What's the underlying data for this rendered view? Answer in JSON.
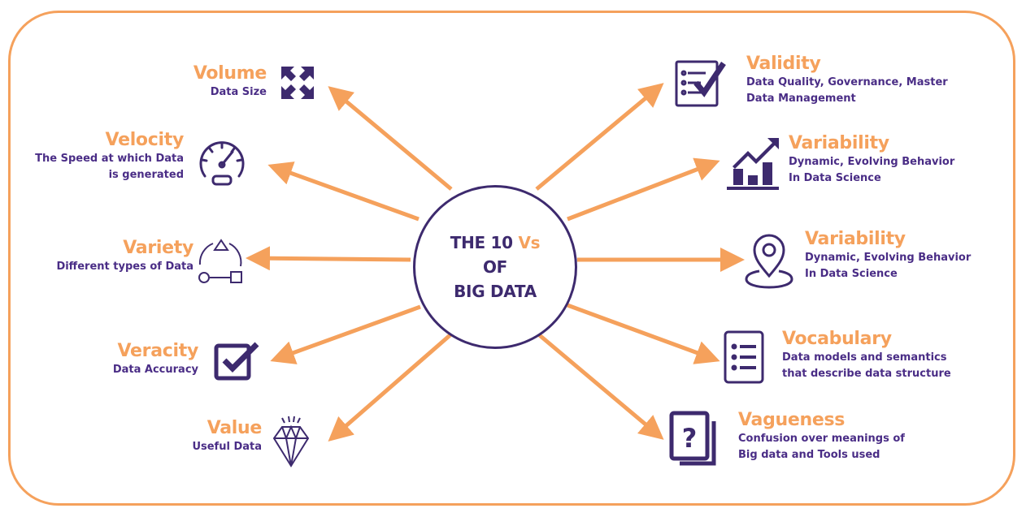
{
  "center": {
    "line1_prefix": "THE 10 ",
    "line1_accent": "Vs",
    "line2": "OF",
    "line3": "BIG DATA"
  },
  "colors": {
    "accent": "#f5a15c",
    "primary": "#4a2d86",
    "dark": "#3d2a6e"
  },
  "left_items": [
    {
      "title": "Volume",
      "desc": [
        "Data Size"
      ],
      "icon": "expand-arrows-icon"
    },
    {
      "title": "Velocity",
      "desc": [
        "The Speed at which  Data",
        "is generated"
      ],
      "icon": "speedometer-icon"
    },
    {
      "title": "Variety",
      "desc": [
        "Different types of Data"
      ],
      "icon": "shapes-icon"
    },
    {
      "title": "Veracity",
      "desc": [
        "Data Accuracy"
      ],
      "icon": "checkbox-icon"
    },
    {
      "title": "Value",
      "desc": [
        "Useful Data"
      ],
      "icon": "diamond-icon"
    }
  ],
  "right_items": [
    {
      "title": "Validity",
      "desc": [
        "Data Quality, Governance, Master",
        "Data Management"
      ],
      "icon": "checklist-icon"
    },
    {
      "title": "Variability",
      "desc": [
        "Dynamic, Evolving Behavior",
        "In Data Science"
      ],
      "icon": "growth-chart-icon"
    },
    {
      "title": "Variability",
      "desc": [
        "Dynamic, Evolving Behavior",
        "In Data Science"
      ],
      "icon": "location-pin-icon"
    },
    {
      "title": "Vocabulary",
      "desc": [
        "Data models and semantics",
        "that  describe data structure"
      ],
      "icon": "list-document-icon"
    },
    {
      "title": "Vagueness",
      "desc": [
        "Confusion over meanings of",
        "Big data and Tools used"
      ],
      "icon": "question-cards-icon"
    }
  ]
}
